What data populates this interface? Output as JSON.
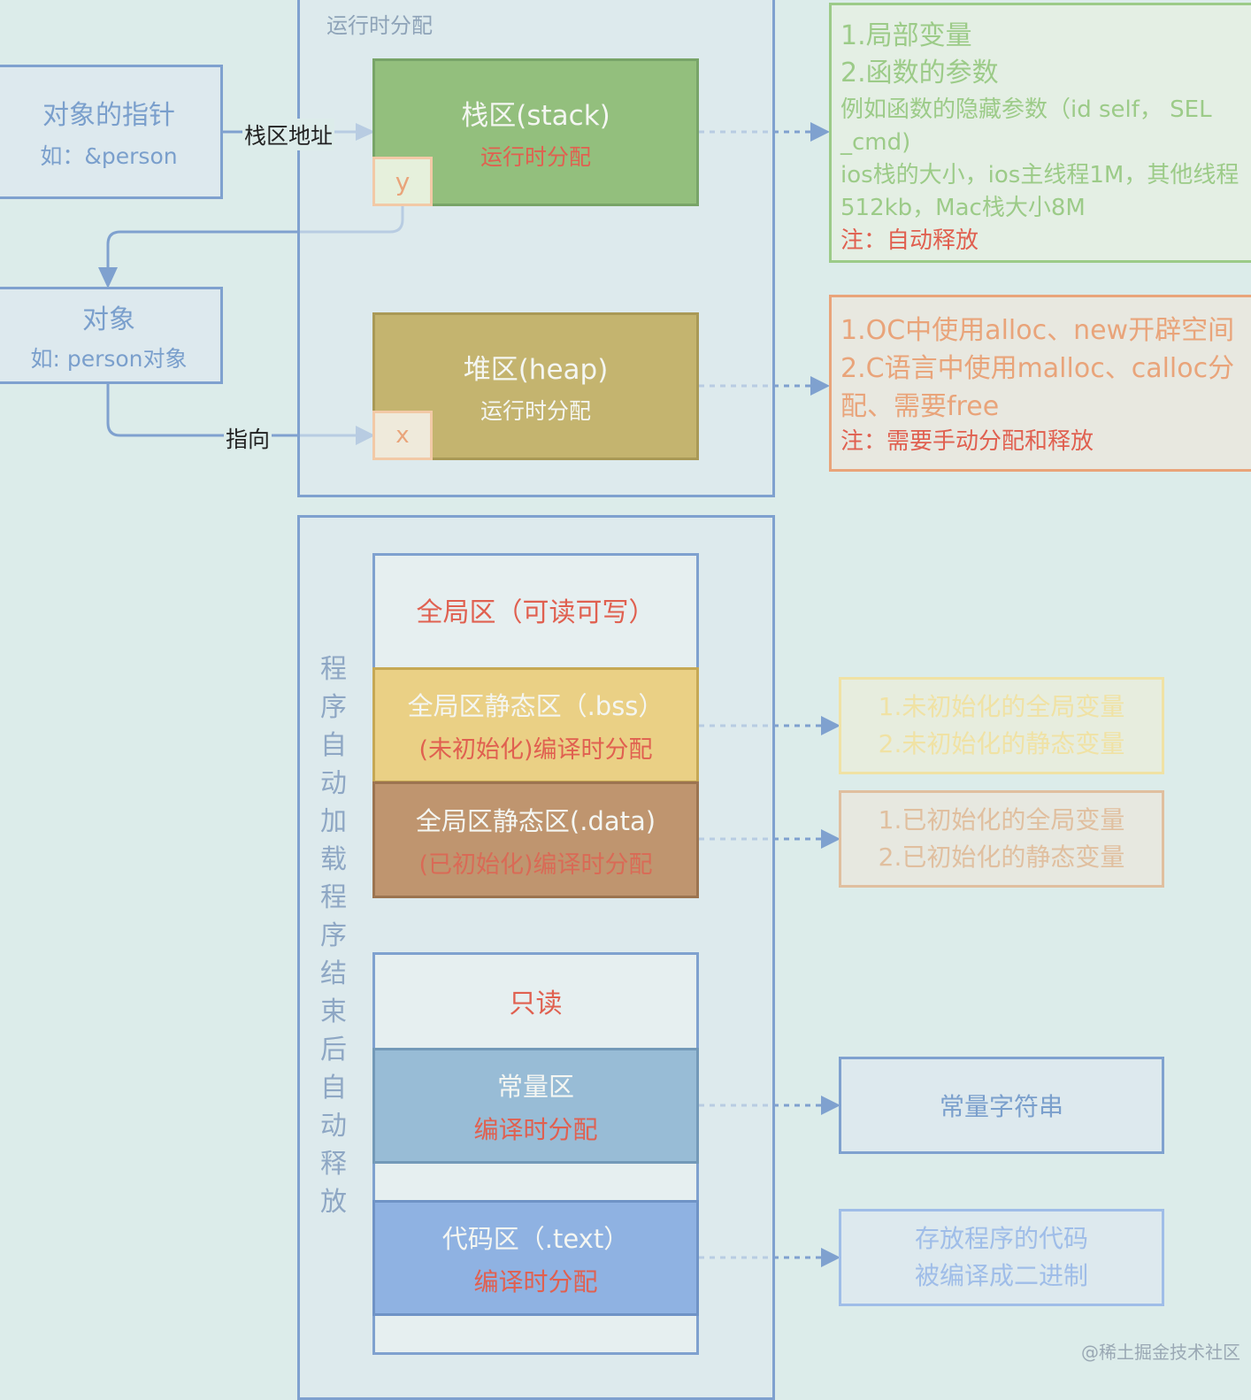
{
  "runtime_area": {
    "title": "运行时分配"
  },
  "pointer_box": {
    "title": "对象的指针",
    "example": "如：&person"
  },
  "object_box": {
    "title": "对象",
    "example": "如: person对象"
  },
  "edge_labels": {
    "stack_address": "栈区地址",
    "points_to": "指向"
  },
  "stack": {
    "title": "栈区(stack)",
    "subtitle": "运行时分配",
    "var": "y"
  },
  "heap": {
    "title": "堆区(heap)",
    "subtitle": "运行时分配",
    "var": "x"
  },
  "stack_notes": {
    "lines": [
      "1.局部变量",
      "2.函数的参数",
      "例如函数的隐藏参数（id self，  SEL",
      "_cmd)",
      "ios栈的大小，ios主线程1M，其他线程",
      "512kb，Mac栈大小8M"
    ],
    "note": "注：自动释放"
  },
  "heap_notes": {
    "lines": [
      "1.OC中使用alloc、new开辟空间",
      "2.C语言中使用malloc、calloc分",
      "配、需要free"
    ],
    "note": "注：需要手动分配和释放"
  },
  "program_area": {
    "vertical_label": [
      "程",
      "序",
      "自",
      "动",
      "加",
      "载",
      "程",
      "序",
      "结",
      "束",
      "后",
      "自",
      "动",
      "释",
      "放"
    ]
  },
  "global_rw": {
    "title": "全局区（可读可写）"
  },
  "bss": {
    "title": "全局区静态区（.bss）",
    "subtitle": "(未初始化)编译时分配"
  },
  "data_seg": {
    "title": "全局区静态区(.data)",
    "subtitle": "(已初始化)编译时分配"
  },
  "read_only": {
    "title": "只读"
  },
  "constants": {
    "title": "常量区",
    "subtitle": "编译时分配"
  },
  "code_seg": {
    "title": "代码区（.text）",
    "subtitle": "编译时分配"
  },
  "bss_notes": {
    "lines": [
      "1.未初始化的全局变量",
      "2.未初始化的静态变量"
    ]
  },
  "data_notes": {
    "lines": [
      "1.已初始化的全局变量",
      "2.已初始化的静态变量"
    ]
  },
  "const_notes": {
    "text": "常量字符串"
  },
  "code_notes": {
    "lines": [
      "存放程序的代码",
      "被编译成二进制"
    ]
  },
  "watermark": "@稀土掘金技术社区"
}
